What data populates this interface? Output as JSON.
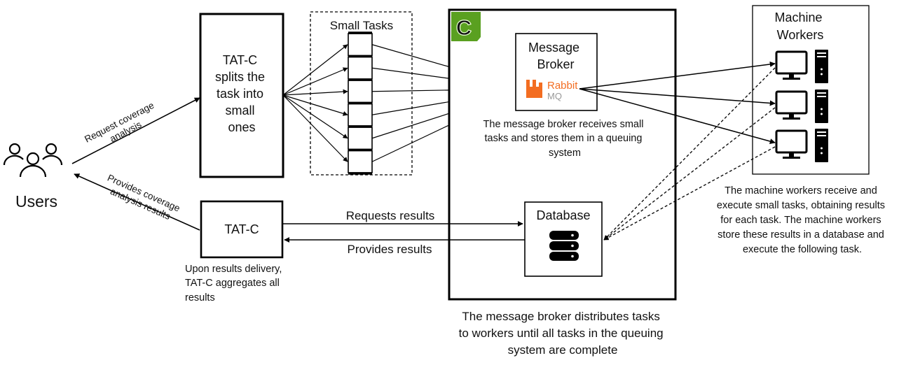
{
  "users": {
    "label": "Users"
  },
  "split_box": {
    "lines": [
      "TAT-C",
      "splits the",
      "task into",
      "small",
      "ones"
    ]
  },
  "small_tasks": {
    "title": "Small Tasks",
    "count": 6
  },
  "request_arrow": {
    "lines": [
      "Request coverage",
      "analysis"
    ]
  },
  "provides_arrow": {
    "lines": [
      "Provides coverage",
      "analysis results"
    ]
  },
  "tatc_box": {
    "label": "TAT-C",
    "note_lines": [
      "Upon results delivery,",
      "TAT-C aggregates all",
      "results"
    ]
  },
  "cluster": {
    "logo_letter": "C",
    "logo_color": "#5aa020",
    "bottom_note_lines": [
      "The message broker distributes tasks",
      "to workers until all tasks in the queuing",
      "system are complete"
    ]
  },
  "broker": {
    "title_lines": [
      "Message",
      "Broker"
    ],
    "logo_top": "Rabbit",
    "logo_bottom": "MQ",
    "logo_color": "#f36d21",
    "logo_gray": "#999999",
    "note_lines": [
      "The message broker receives small",
      "tasks and stores them in a queuing",
      "system"
    ]
  },
  "database": {
    "title": "Database",
    "icon": "database-icon"
  },
  "requests_results": "Requests results",
  "provides_results": "Provides results",
  "workers": {
    "title_lines": [
      "Machine",
      "Workers"
    ],
    "count": 3,
    "icon": "computer-tower-icon",
    "note_lines": [
      "The machine workers receive and",
      "execute small tasks, obtaining results",
      "for each task. The machine workers",
      "store these results in a database and",
      "execute the following task."
    ]
  }
}
